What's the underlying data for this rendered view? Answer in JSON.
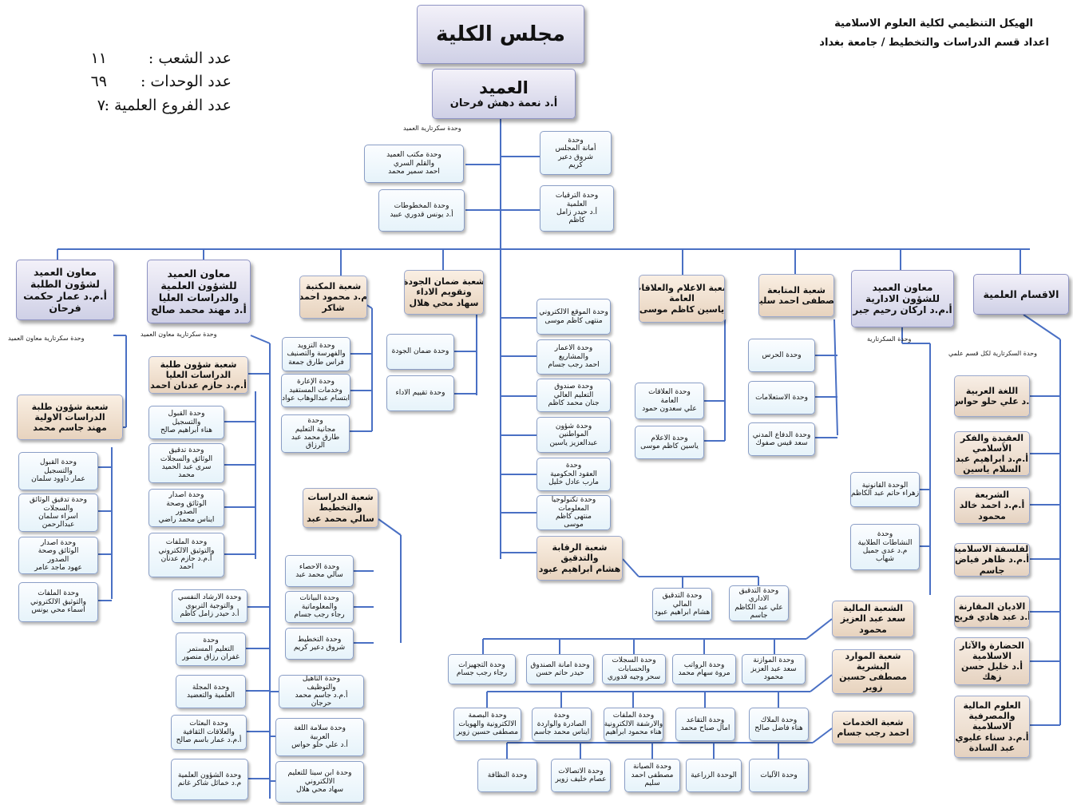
{
  "header": {
    "title_line1": "الهيكل التنظيمي لكلية  العلوم الاسلامية",
    "title_line2": "اعداد قسم الدراسات والتخطيط / جامعة بغداد"
  },
  "stats": [
    {
      "label": "عدد الشعب :",
      "value": "١١"
    },
    {
      "label": "عدد الوحدات :",
      "value": "٦٩"
    },
    {
      "label": "عدد الفروع العلمية :",
      "value": "٧"
    }
  ],
  "labels": {
    "dean_secretary": "وحدة سكرتارية  العميد",
    "student_deputy_secretary": "وحدة سكرتارية معاون العميد",
    "science_deputy_secretary": "وحدة سكرتارية معاون العميد",
    "admin_deputy_secretary": "وحدة السكرتارية",
    "dept_secretary": "وحدة السكرتارية لكل قسم علمي"
  },
  "boxes": {
    "council": [
      "مجلس الكلية"
    ],
    "dean": [
      "العميد",
      "أ.د نعمة دهش فرحان"
    ],
    "dean_office": [
      "وحدة مكتب العميد",
      "والقلم السري",
      "احمد سمير محمد"
    ],
    "council_secretariat": [
      "وحدة",
      "أمانة المجلس",
      "شروق دعير",
      "كريم"
    ],
    "manuscripts": [
      "وحدة المخطوطات",
      "أ.د يونس قدوري عبيد"
    ],
    "promotions": [
      "وحدة الترقيات",
      "العلمية",
      "أ.د حيدر زامل",
      "كاظم"
    ],
    "deputy_students": [
      "معاون العميد",
      "لشؤون الطلبة",
      "أ.م.د عمار حكمت",
      "فرحان"
    ],
    "deputy_science": [
      "معاون العميد",
      "للشؤون العلمية",
      "والدراسات العليا",
      "أ.د مهند محمد صالح"
    ],
    "library": [
      "شعبة المكتبة",
      "م.د محمود احمد",
      "شاكر"
    ],
    "quality": [
      "شعبة ضمان الجودة",
      "وتقويم الاداء",
      "سهاد محي هلال"
    ],
    "media": [
      "شعبة الاعلام والعلاقات",
      "العامة",
      "ياسين كاظم موسى"
    ],
    "followup": [
      "شعبة المتابعة",
      "مصطفى احمد سليم"
    ],
    "deputy_admin": [
      "معاون العميد",
      "للشؤون الادارية",
      "أ.م.د اركان رحيم جبر"
    ],
    "depts": [
      "الاقسام العلمية"
    ],
    "lib_supply": [
      "وحدة التزويد",
      "والفهرسة والتصنيف",
      "فراس طارق جمعة"
    ],
    "lib_loan": [
      "وحدة الإعارة",
      "وخدمات المستفيد",
      "ابتسام عبدالوهاب  عواد"
    ],
    "lib_journal": [
      "وحدة",
      "مجانية التعليم",
      "طارق محمد عبد",
      "الرزاق"
    ],
    "q_quality": [
      "وحدة ضمان الجودة"
    ],
    "q_eval": [
      "وحدة تقييم الاداء"
    ],
    "c_website": [
      "وحدة الموقع الالكتروني",
      "منتهى كاظم موسى"
    ],
    "c_reconstruction": [
      "وحدة الاعمار",
      "والمشاريع",
      "احمد رجب جسام"
    ],
    "c_fund": [
      "وحدة  صندوق",
      "التعليم العالي",
      "جنان محمد كاظم"
    ],
    "c_citizens": [
      "وحدة  شؤون",
      "المواطنين",
      "عبدالعزيز ياسين"
    ],
    "c_contracts": [
      "وحدة",
      "العقود الحكومية",
      "مارب عادل خليل"
    ],
    "c_it": [
      "وحدة تكنولوجيا",
      "المعلومات",
      "منتهى كاظم",
      "موسى"
    ],
    "audit": [
      "شعبة الرقابة",
      "والتدقيق",
      "هشام ابراهيم عبود"
    ],
    "m_relations": [
      "وحدة العلاقات",
      "العامة",
      "علي سعدون حمود"
    ],
    "m_media": [
      "وحدة الاعلام",
      "ياسين كاظم موسى"
    ],
    "f_guard": [
      "وحدة الحرس"
    ],
    "f_inquiry": [
      "وحدة الاستعلامات"
    ],
    "f_civil": [
      "وحدة الدفاع المدني",
      "سعد قيس صفوك"
    ],
    "a_legal": [
      "الوحدة القانونية",
      "زهراء حاتم عبد الكاظم"
    ],
    "a_activities": [
      "وحدة",
      "النشاطات الطلابية",
      "م.د عدي جميل",
      "شهاب"
    ],
    "d_arabic": [
      "اللغة العربية",
      "أ.د علي حلو حواس"
    ],
    "d_aqeeda": [
      "العقيدة والفكر",
      "الأسلامي",
      "أ.م.د ابراهيم عبد",
      "السلام ياسين"
    ],
    "d_sharia": [
      "الشريعة",
      "أ.م.د احمد خالد",
      "محمود"
    ],
    "d_philosophy": [
      "الفلسفة الاسلامية",
      "أ.م.د ظاهر فياض",
      "جاسم"
    ],
    "d_religions": [
      "الاديان المقارنة",
      "أ.د عبد هادي فريح"
    ],
    "d_civilization": [
      "الحضارة والآثار",
      "الاسلامية",
      "أ.د خليل حسن",
      "زهك"
    ],
    "d_banking": [
      "العلوم المالية",
      "والمصرفية",
      "الاسلامية",
      "أ.م.د سناء عليوي",
      "عبد السادة"
    ],
    "ug_students": [
      "شعبة شؤون طلبة",
      "الدراسات الاولية",
      "مهند جاسم محمد"
    ],
    "ug_admission": [
      "وحدة القبول",
      "والتسجيل",
      "عمار داوود سلمان"
    ],
    "ug_audit": [
      "وحدة تدقيق الوثائق",
      "والسجلات",
      "اسراء سلمان",
      "عبدالرحمن"
    ],
    "ug_issue": [
      "وحدة اصدار",
      "الوثائق وصحة",
      "الصدور",
      "عهود ماجد عامر"
    ],
    "ug_files": [
      "وحدة الملفات",
      "والتوثيق الالكتروني",
      "اسماء محي يونس"
    ],
    "pg_students": [
      "شعبة شؤون طلبة",
      "الدراسات العليا",
      "أ.م.د حازم عدنان احمد"
    ],
    "pg_admission": [
      "وحدة القبول",
      "والتسجيل",
      "هناء ابراهيم صالح"
    ],
    "pg_audit": [
      "وحدة تدقيق",
      "الوثائق والسجلات",
      "سرى عبد الحميد",
      "محمد"
    ],
    "pg_issue": [
      "وحدة اصدار",
      "الوثائق وصحة",
      "الصدور",
      "ايناس محمد راضي"
    ],
    "pg_files": [
      "وحدة الملفات",
      "والتوثيق الالكتروني",
      "أ.م.د حازم عدنان",
      "احمد"
    ],
    "s_guidance": [
      "وحدة الارشاد النفسي",
      "والتوجية التربوي",
      "أ.د حيدر زامل كاظم"
    ],
    "s_continuing": [
      "وحدة",
      "التعليم المستمر",
      "غفران رزاق منصور"
    ],
    "s_journal": [
      "وحدة المجلة",
      "العلمية والتعضيد"
    ],
    "s_missions": [
      "وحدة البعثات",
      "والعلاقات الثقافية",
      "أ.م.د عمار باسم صالح"
    ],
    "s_affairs": [
      "وحدة الشؤون العلمية",
      "م.د خمائل شاكر غانم"
    ],
    "planning": [
      "شعبة الدراسات",
      "والتخطيط",
      "سالي محمد عبد"
    ],
    "p_stats": [
      "وحدة الاحصاء",
      "سالي محمد عبد"
    ],
    "p_data": [
      "وحدة البيانات",
      "والمعلوماتية",
      "رجاء رجب جسام"
    ],
    "p_plan": [
      "وحدة التخطيط",
      "شروق دعير كريم"
    ],
    "s_qualify": [
      "وحدة التأهيل",
      "والتوظيف",
      "أ.م.د جاسم محمد",
      "حرجان"
    ],
    "s_language": [
      "وحدة سلامة اللغة",
      "العربية",
      "أ.د علي حلو حواس"
    ],
    "s_elearning": [
      "وحدة ابن سينا للتعليم",
      "الالكتروني",
      "سهاد محي هلال"
    ],
    "au_financial": [
      "وحدة التدقيق",
      "المالي",
      "هشام ابراهيم عبود"
    ],
    "au_admin": [
      "وحدة التدقيق",
      "الاداري",
      "علي عبد الكاظم",
      "جاسم"
    ],
    "finance": [
      "الشعبة المالية",
      "سعد عبد العزيز",
      "محمود"
    ],
    "hr": [
      "شعبة الموارد",
      "البشرية",
      "مصطفى حسين",
      "زوير"
    ],
    "services": [
      "شعبة الخدمات",
      "احمد رجب جسام"
    ],
    "fi_budget": [
      "وحدة الموازنة",
      "سعد عبد العزيز",
      "محمود"
    ],
    "fi_salaries": [
      "وحدة الرواتب",
      "مروة سهام محمد"
    ],
    "fi_accounts": [
      "وحدة السجلات",
      "والحسابات",
      "سحر وجيه قدوري"
    ],
    "fi_treasury": [
      "وحدة امانة الصندوق",
      "حيدر حاتم حسن"
    ],
    "fi_equipment": [
      "وحدة التجهيزات",
      "رجاء رجب جسام"
    ],
    "hr_staff": [
      "وحدة الملاك",
      "هناء فاضل صالح"
    ],
    "hr_retire": [
      "وحدة التقاعد",
      "امال صباح محمد"
    ],
    "hr_files": [
      "وحدة الملفات",
      "والارشفة الالكترونية",
      "هناء محمود ابراهيم"
    ],
    "hr_mail": [
      "وحدة",
      "الصادرة والواردة",
      "ايناس محمد جاسم"
    ],
    "hr_fingerprint": [
      "وحدة البصمة",
      "الالكترونية والهويات",
      "مصطفى حسين زوير"
    ],
    "sv_vehicles": [
      "وحدة الآليات"
    ],
    "sv_agri": [
      "الوحدة الزراعية"
    ],
    "sv_maint": [
      "وحدة الصيانة",
      "مصطفى احمد",
      "سليم"
    ],
    "sv_comm": [
      "وحدة الاتصالات",
      "عصام خليف زوير"
    ],
    "sv_clean": [
      "وحدة النظافة"
    ]
  }
}
